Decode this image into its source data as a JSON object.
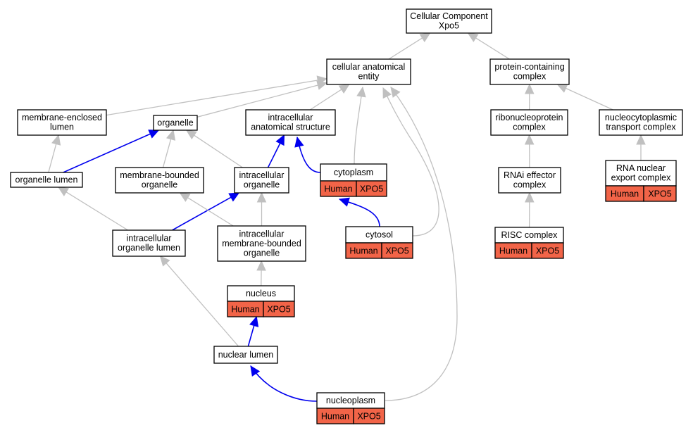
{
  "colors": {
    "annotation_fill": "#f26448",
    "edge_gray": "#c0c0c0",
    "edge_blue": "#0000ee",
    "border": "#000000",
    "background": "#ffffff"
  },
  "nodes": [
    {
      "id": "root",
      "lines": [
        "Cellular Component",
        "Xpo5"
      ]
    },
    {
      "id": "cae",
      "lines": [
        "cellular anatomical",
        "entity"
      ]
    },
    {
      "id": "pcc",
      "lines": [
        "protein-containing",
        "complex"
      ]
    },
    {
      "id": "mel",
      "lines": [
        "membrane-enclosed",
        "lumen"
      ]
    },
    {
      "id": "org",
      "lines": [
        "organelle"
      ]
    },
    {
      "id": "ias",
      "lines": [
        "intracellular",
        "anatomical structure"
      ]
    },
    {
      "id": "rnp",
      "lines": [
        "ribonucleoprotein",
        "complex"
      ]
    },
    {
      "id": "nctc",
      "lines": [
        "nucleocytoplasmic",
        "transport complex"
      ]
    },
    {
      "id": "orgl",
      "lines": [
        "organelle lumen"
      ]
    },
    {
      "id": "mbo",
      "lines": [
        "membrane-bounded",
        "organelle"
      ]
    },
    {
      "id": "io",
      "lines": [
        "intracellular",
        "organelle"
      ]
    },
    {
      "id": "cyto",
      "lines": [
        "cytoplasm"
      ],
      "species": "Human",
      "gene": "XPO5"
    },
    {
      "id": "rnai",
      "lines": [
        "RNAi effector",
        "complex"
      ]
    },
    {
      "id": "rnec",
      "lines": [
        "RNA nuclear",
        "export complex"
      ],
      "species": "Human",
      "gene": "XPO5"
    },
    {
      "id": "iol",
      "lines": [
        "intracellular",
        "organelle lumen"
      ]
    },
    {
      "id": "imbo",
      "lines": [
        "intracellular",
        "membrane-bounded",
        "organelle"
      ]
    },
    {
      "id": "cytosol",
      "lines": [
        "cytosol"
      ],
      "species": "Human",
      "gene": "XPO5"
    },
    {
      "id": "risc",
      "lines": [
        "RISC complex"
      ],
      "species": "Human",
      "gene": "XPO5"
    },
    {
      "id": "nuc",
      "lines": [
        "nucleus"
      ],
      "species": "Human",
      "gene": "XPO5"
    },
    {
      "id": "nl",
      "lines": [
        "nuclear lumen"
      ]
    },
    {
      "id": "np",
      "lines": [
        "nucleoplasm"
      ],
      "species": "Human",
      "gene": "XPO5"
    }
  ],
  "edges": [
    {
      "from": "cae",
      "to": "root",
      "color": "gray"
    },
    {
      "from": "pcc",
      "to": "root",
      "color": "gray"
    },
    {
      "from": "mel",
      "to": "cae",
      "color": "gray"
    },
    {
      "from": "org",
      "to": "cae",
      "color": "gray"
    },
    {
      "from": "ias",
      "to": "cae",
      "color": "gray"
    },
    {
      "from": "cyto",
      "to": "cae",
      "color": "gray"
    },
    {
      "from": "cytosol",
      "to": "cae",
      "color": "gray"
    },
    {
      "from": "np",
      "to": "cae",
      "color": "gray"
    },
    {
      "from": "rnp",
      "to": "pcc",
      "color": "gray"
    },
    {
      "from": "nctc",
      "to": "pcc",
      "color": "gray"
    },
    {
      "from": "orgl",
      "to": "mel",
      "color": "gray"
    },
    {
      "from": "orgl",
      "to": "org",
      "color": "blue"
    },
    {
      "from": "mbo",
      "to": "org",
      "color": "gray"
    },
    {
      "from": "io",
      "to": "org",
      "color": "gray"
    },
    {
      "from": "io",
      "to": "ias",
      "color": "blue"
    },
    {
      "from": "cyto",
      "to": "ias",
      "color": "blue"
    },
    {
      "from": "rnai",
      "to": "rnp",
      "color": "gray"
    },
    {
      "from": "rnec",
      "to": "nctc",
      "color": "gray"
    },
    {
      "from": "iol",
      "to": "orgl",
      "color": "gray"
    },
    {
      "from": "iol",
      "to": "io",
      "color": "blue"
    },
    {
      "from": "imbo",
      "to": "mbo",
      "color": "gray"
    },
    {
      "from": "imbo",
      "to": "io",
      "color": "gray"
    },
    {
      "from": "cytosol",
      "to": "cyto",
      "color": "blue"
    },
    {
      "from": "risc",
      "to": "rnai",
      "color": "gray"
    },
    {
      "from": "nuc",
      "to": "imbo",
      "color": "gray"
    },
    {
      "from": "nl",
      "to": "iol",
      "color": "gray"
    },
    {
      "from": "nl",
      "to": "nuc",
      "color": "blue"
    },
    {
      "from": "np",
      "to": "nl",
      "color": "blue"
    }
  ]
}
